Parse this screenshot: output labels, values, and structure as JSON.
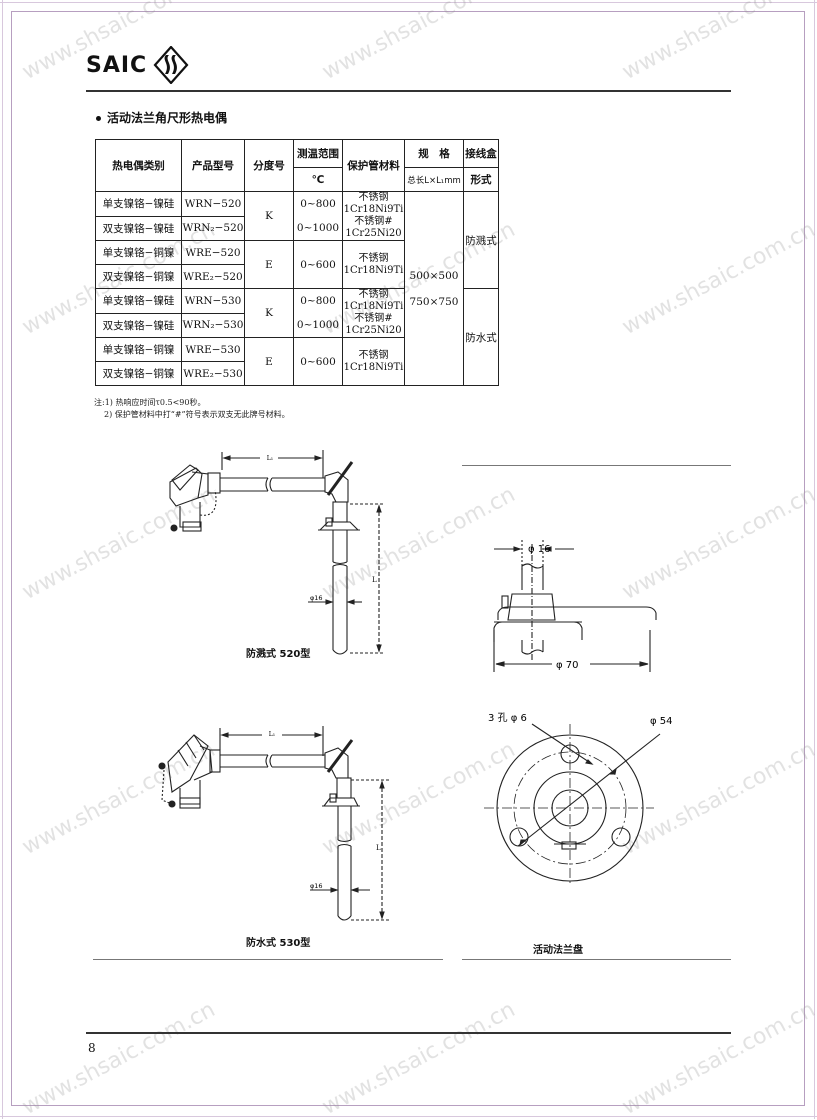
{
  "header": {
    "logo_text": "SAIC",
    "logo_mark": "ss-diamond-logo"
  },
  "section": {
    "title": "活动法兰角尺形热电偶"
  },
  "table": {
    "headers": {
      "type": "热电偶类别",
      "model": "产品型号",
      "graduation": "分度号",
      "range_top": "测温范围",
      "range_unit": "℃",
      "material": "保护管材料",
      "spec_top": "规　格",
      "spec_sub": "总长L×L₁mm",
      "box_top": "接线盒",
      "box_sub": "形式"
    },
    "rows": [
      {
        "type": "单支镍铬−镍硅",
        "model": "WRN−520"
      },
      {
        "type": "双支镍铬−镍硅",
        "model": "WRN₂−520"
      },
      {
        "type": "单支镍铬−铜镍",
        "model": "WRE−520"
      },
      {
        "type": "双支镍铬−铜镍",
        "model": "WRE₂−520"
      },
      {
        "type": "单支镍铬−镍硅",
        "model": "WRN−530"
      },
      {
        "type": "双支镍铬−镍硅",
        "model": "WRN₂−530"
      },
      {
        "type": "单支镍铬−铜镍",
        "model": "WRE−530"
      },
      {
        "type": "双支镍铬−铜镍",
        "model": "WRE₂−530"
      }
    ],
    "graduation_groups": [
      "K",
      "E",
      "K",
      "E"
    ],
    "ranges": {
      "k_single": "0~800",
      "k_double": "0~1000",
      "e": "0~600"
    },
    "materials": {
      "k_single_line1": "不锈钢",
      "k_single_line2": "1Cr18Ni9Ti",
      "k_double_line1": "不锈钢#",
      "k_double_line2": "1Cr25Ni20",
      "e_line1": "不锈钢",
      "e_line2": "1Cr18Ni9Ti"
    },
    "spec_values": [
      "500×500",
      "750×750"
    ],
    "box_types": [
      "防溅式",
      "防水式"
    ]
  },
  "notes": {
    "note1": "注:1) 热响应时间τ0.5<90秒。",
    "note2": "2) 保护管材料中打“#”符号表示双支无此牌号材料。"
  },
  "figures": {
    "fig520": {
      "caption": "防溅式 520型",
      "dim_L1": "L₁",
      "dim_L": "L",
      "dim_phi": "φ16"
    },
    "fig530": {
      "caption": "防水式 530型",
      "dim_L1": "L₁",
      "dim_L": "L",
      "dim_phi": "φ16"
    },
    "flange_side": {
      "dim_top": "φ 16",
      "dim_bottom": "φ 70"
    },
    "flange_top": {
      "dim_holes": "3 孔 φ 6",
      "dim_pcd": "φ 54",
      "caption": "活动法兰盘"
    }
  },
  "footer": {
    "page_number": "8"
  },
  "watermark": {
    "text": "www.shsaic.com.cn"
  }
}
